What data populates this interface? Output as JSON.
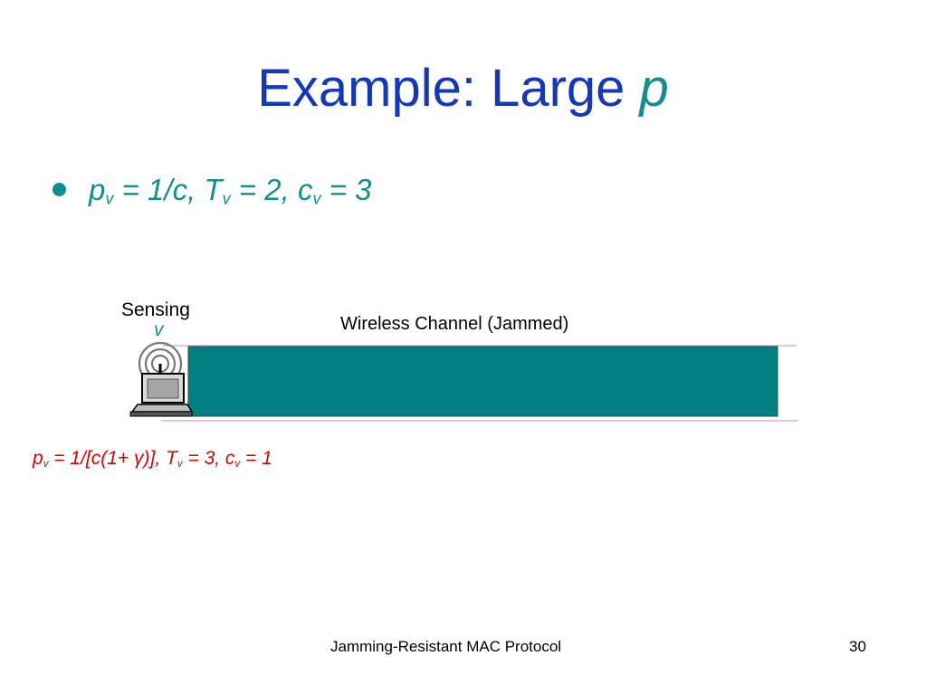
{
  "slide": {
    "title_text": "Example: Large ",
    "title_var": "p",
    "bullet": {
      "p_var": "p",
      "p_sub": "v",
      "p_rest": " = 1/c, ",
      "t_var": "T",
      "t_sub": "v",
      "t_rest": " = 2, ",
      "c_var": "c",
      "c_sub": "v",
      "c_rest": " = 3"
    }
  },
  "diagram": {
    "sensing_label": "Sensing",
    "node_label": "v",
    "channel_label": "Wireless Channel (Jammed)",
    "channel_state": "jammed",
    "colors": {
      "channel_fill": "#008080",
      "channel_lines": "#d8a0b8",
      "node_label": "#0f8f8f",
      "formula": "#e00000"
    }
  },
  "formula": {
    "p_var": "p",
    "p_sub": "v",
    "p_rest": " = 1/[c(1+ γ)], ",
    "t_var": "T",
    "t_sub": "v",
    "t_rest": " = 3, ",
    "c_var": "c",
    "c_sub": "v",
    "c_rest": " = 1"
  },
  "footer": {
    "text": "Jamming-Resistant MAC Protocol",
    "page_number": "30"
  }
}
